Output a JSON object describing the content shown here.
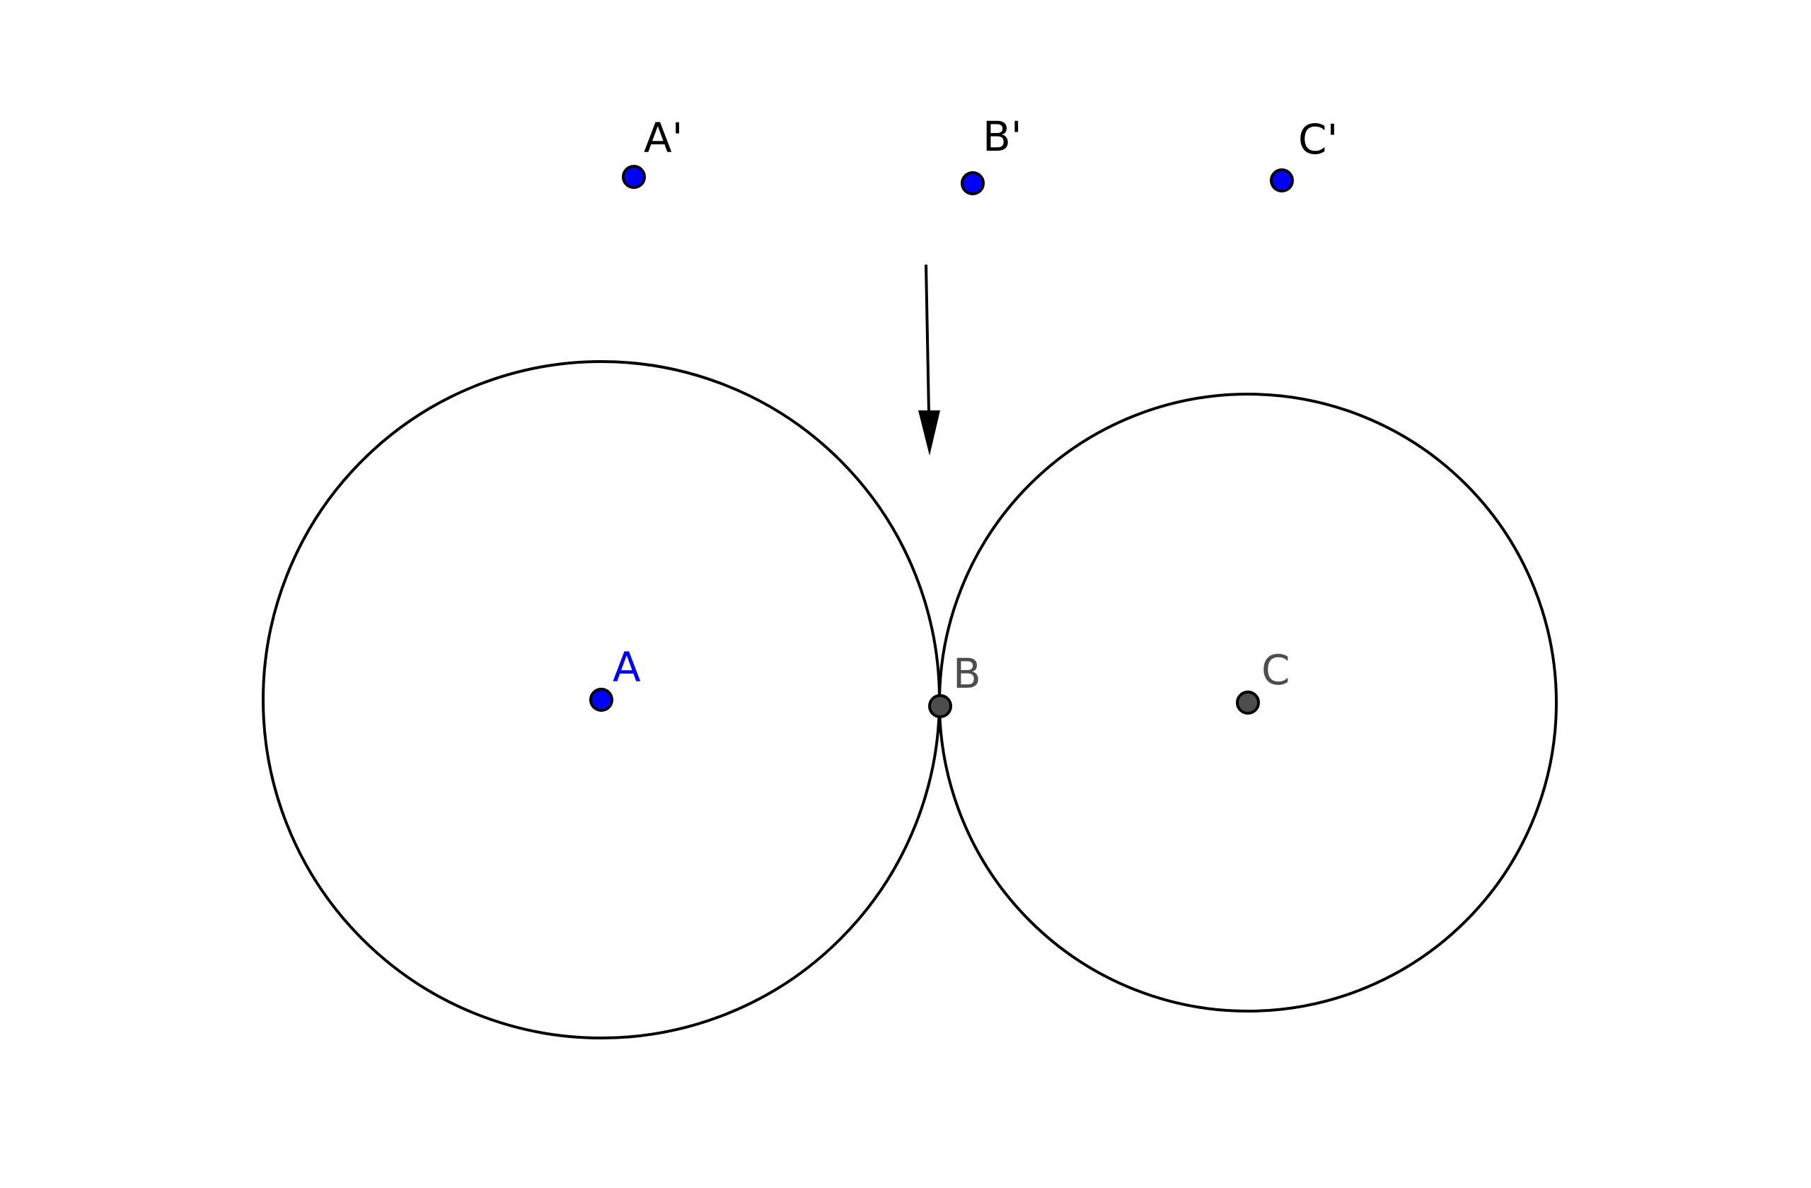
{
  "colors": {
    "background": "#ffffff",
    "stroke": "#000000",
    "point_blue": "#0000ff",
    "point_gray": "#4d4d4d",
    "label_black": "#000000",
    "label_blue": "#0000ff",
    "label_gray": "#4d4d4d"
  },
  "labels": {
    "a_prime": "A'",
    "b_prime": "B'",
    "c_prime": "C'",
    "a": "A",
    "b": "B",
    "c": "C"
  },
  "icons": {
    "arrow": "down-arrow-icon"
  }
}
